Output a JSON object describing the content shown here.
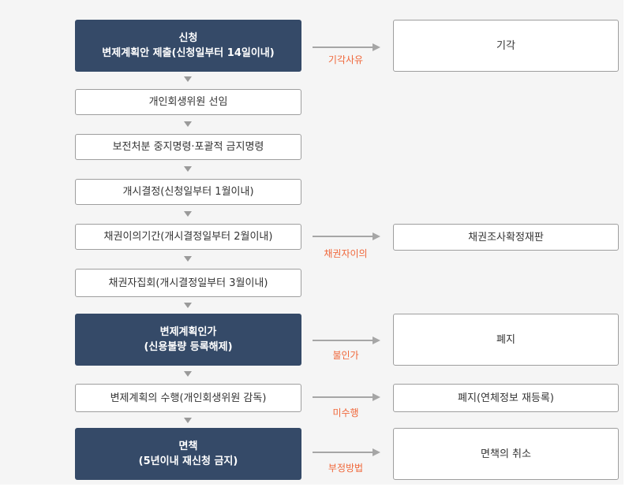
{
  "main_flow": {
    "apply": {
      "line1": "신청",
      "line2": "변제계획안 제출(신청일부터 14일이내)"
    },
    "trustee": "개인회생위원 선임",
    "preserve": "보전처분 중지명령·포괄적 금지명령",
    "commence": "개시결정(신청일부터 1월이내)",
    "objection": "채권이의기간(개시결정일부터 2월이내)",
    "creditors_meeting": "채권자집회(개시결정일부터 3월이내)",
    "approval": {
      "line1": "변제계획인가",
      "line2": "(신용불량 등록해제)"
    },
    "perform": "변제계획의 수행(개인회생위원 감독)",
    "discharge": {
      "line1": "면책",
      "line2": "(5년이내 재신청 금지)"
    }
  },
  "side_flow": {
    "reject": {
      "label": "기각사유",
      "result": "기각"
    },
    "claims": {
      "label": "채권자이의",
      "result": "채권조사확정재판"
    },
    "abolish": {
      "label": "불인가",
      "result": "폐지"
    },
    "abolish_reregister": {
      "label": "미수행",
      "result": "폐지(연체정보 재등록)"
    },
    "cancel": {
      "label": "부정방법",
      "result": "면책의 취소"
    }
  }
}
